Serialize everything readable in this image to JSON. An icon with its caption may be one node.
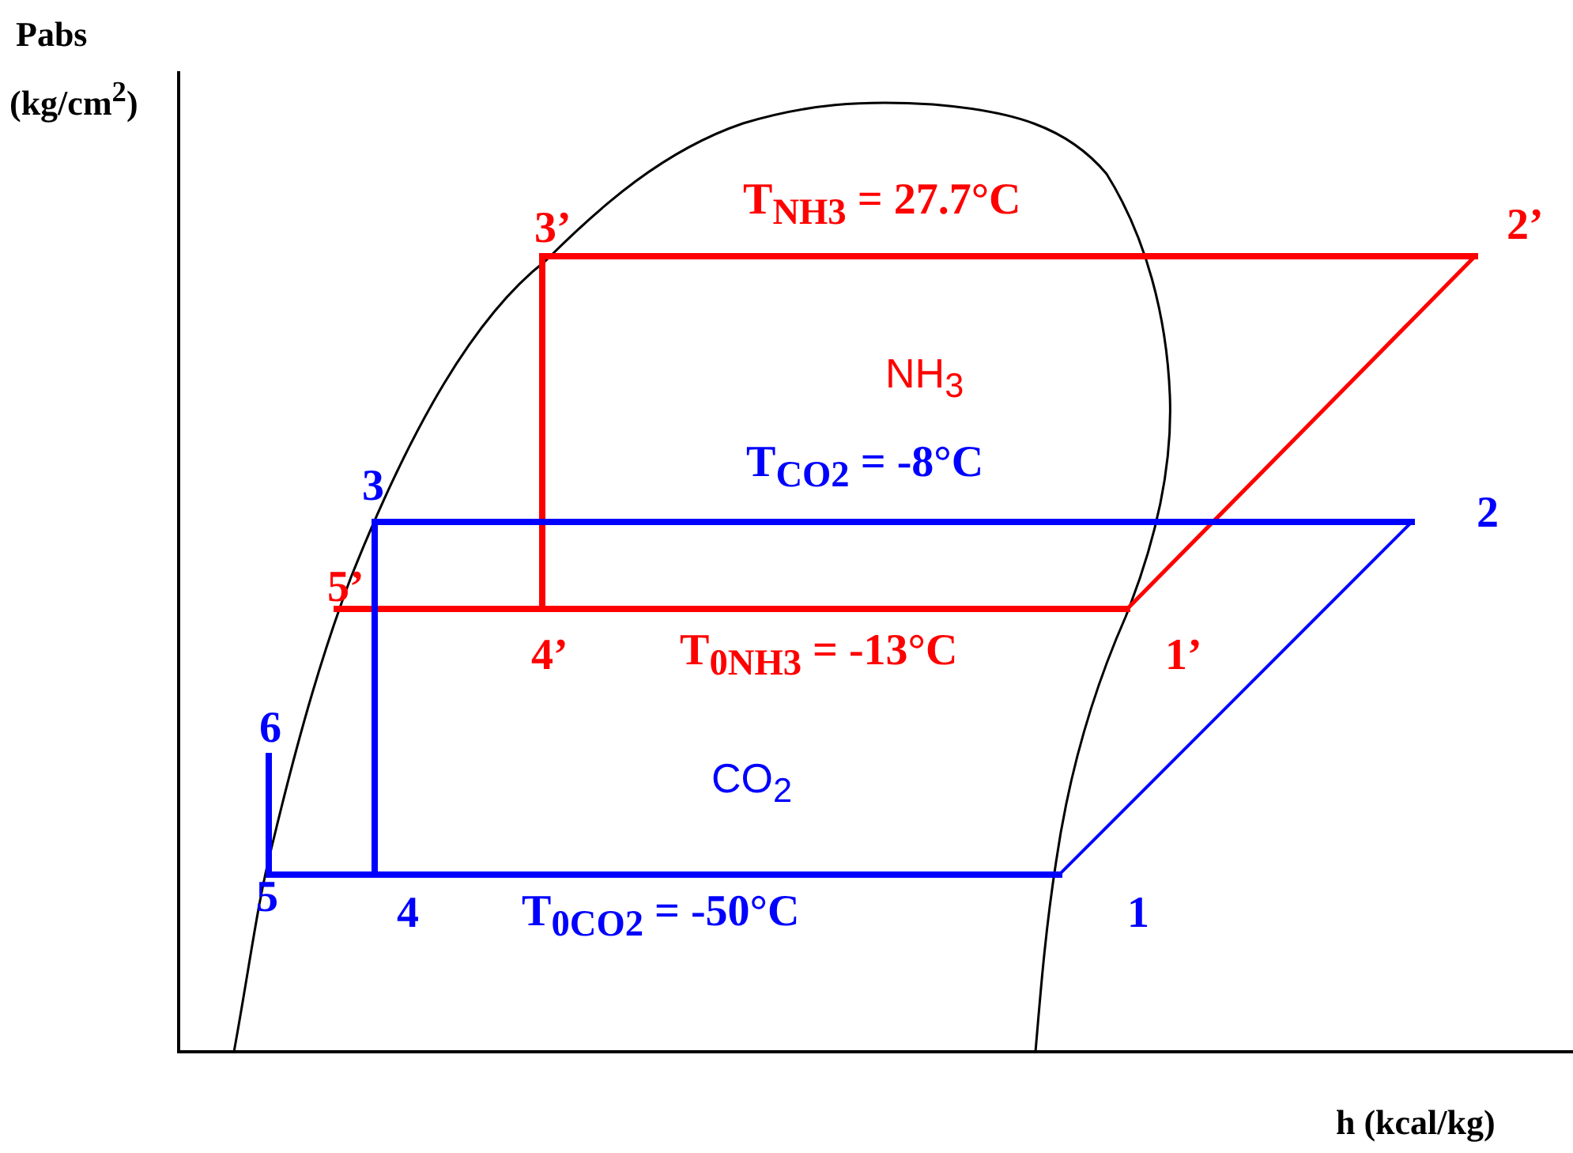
{
  "diagram": {
    "labels": [
      "Pabs",
      "(kg/cm$^{2}$)",
      "3’",
      "T$_{NH3}$ = 27.7°C",
      "2’",
      "NH$_{3}$",
      "T$_{CO2}$ = -8°C",
      "3",
      "2",
      "5’",
      "4’",
      "T$_{0NH3}$ = -13°C",
      "1’",
      "6",
      "CO$_{2}$",
      "5",
      "4",
      "T$_{0CO2}$ = -50°C",
      "1",
      "h (kcal/kg)"
    ]
  }
}
